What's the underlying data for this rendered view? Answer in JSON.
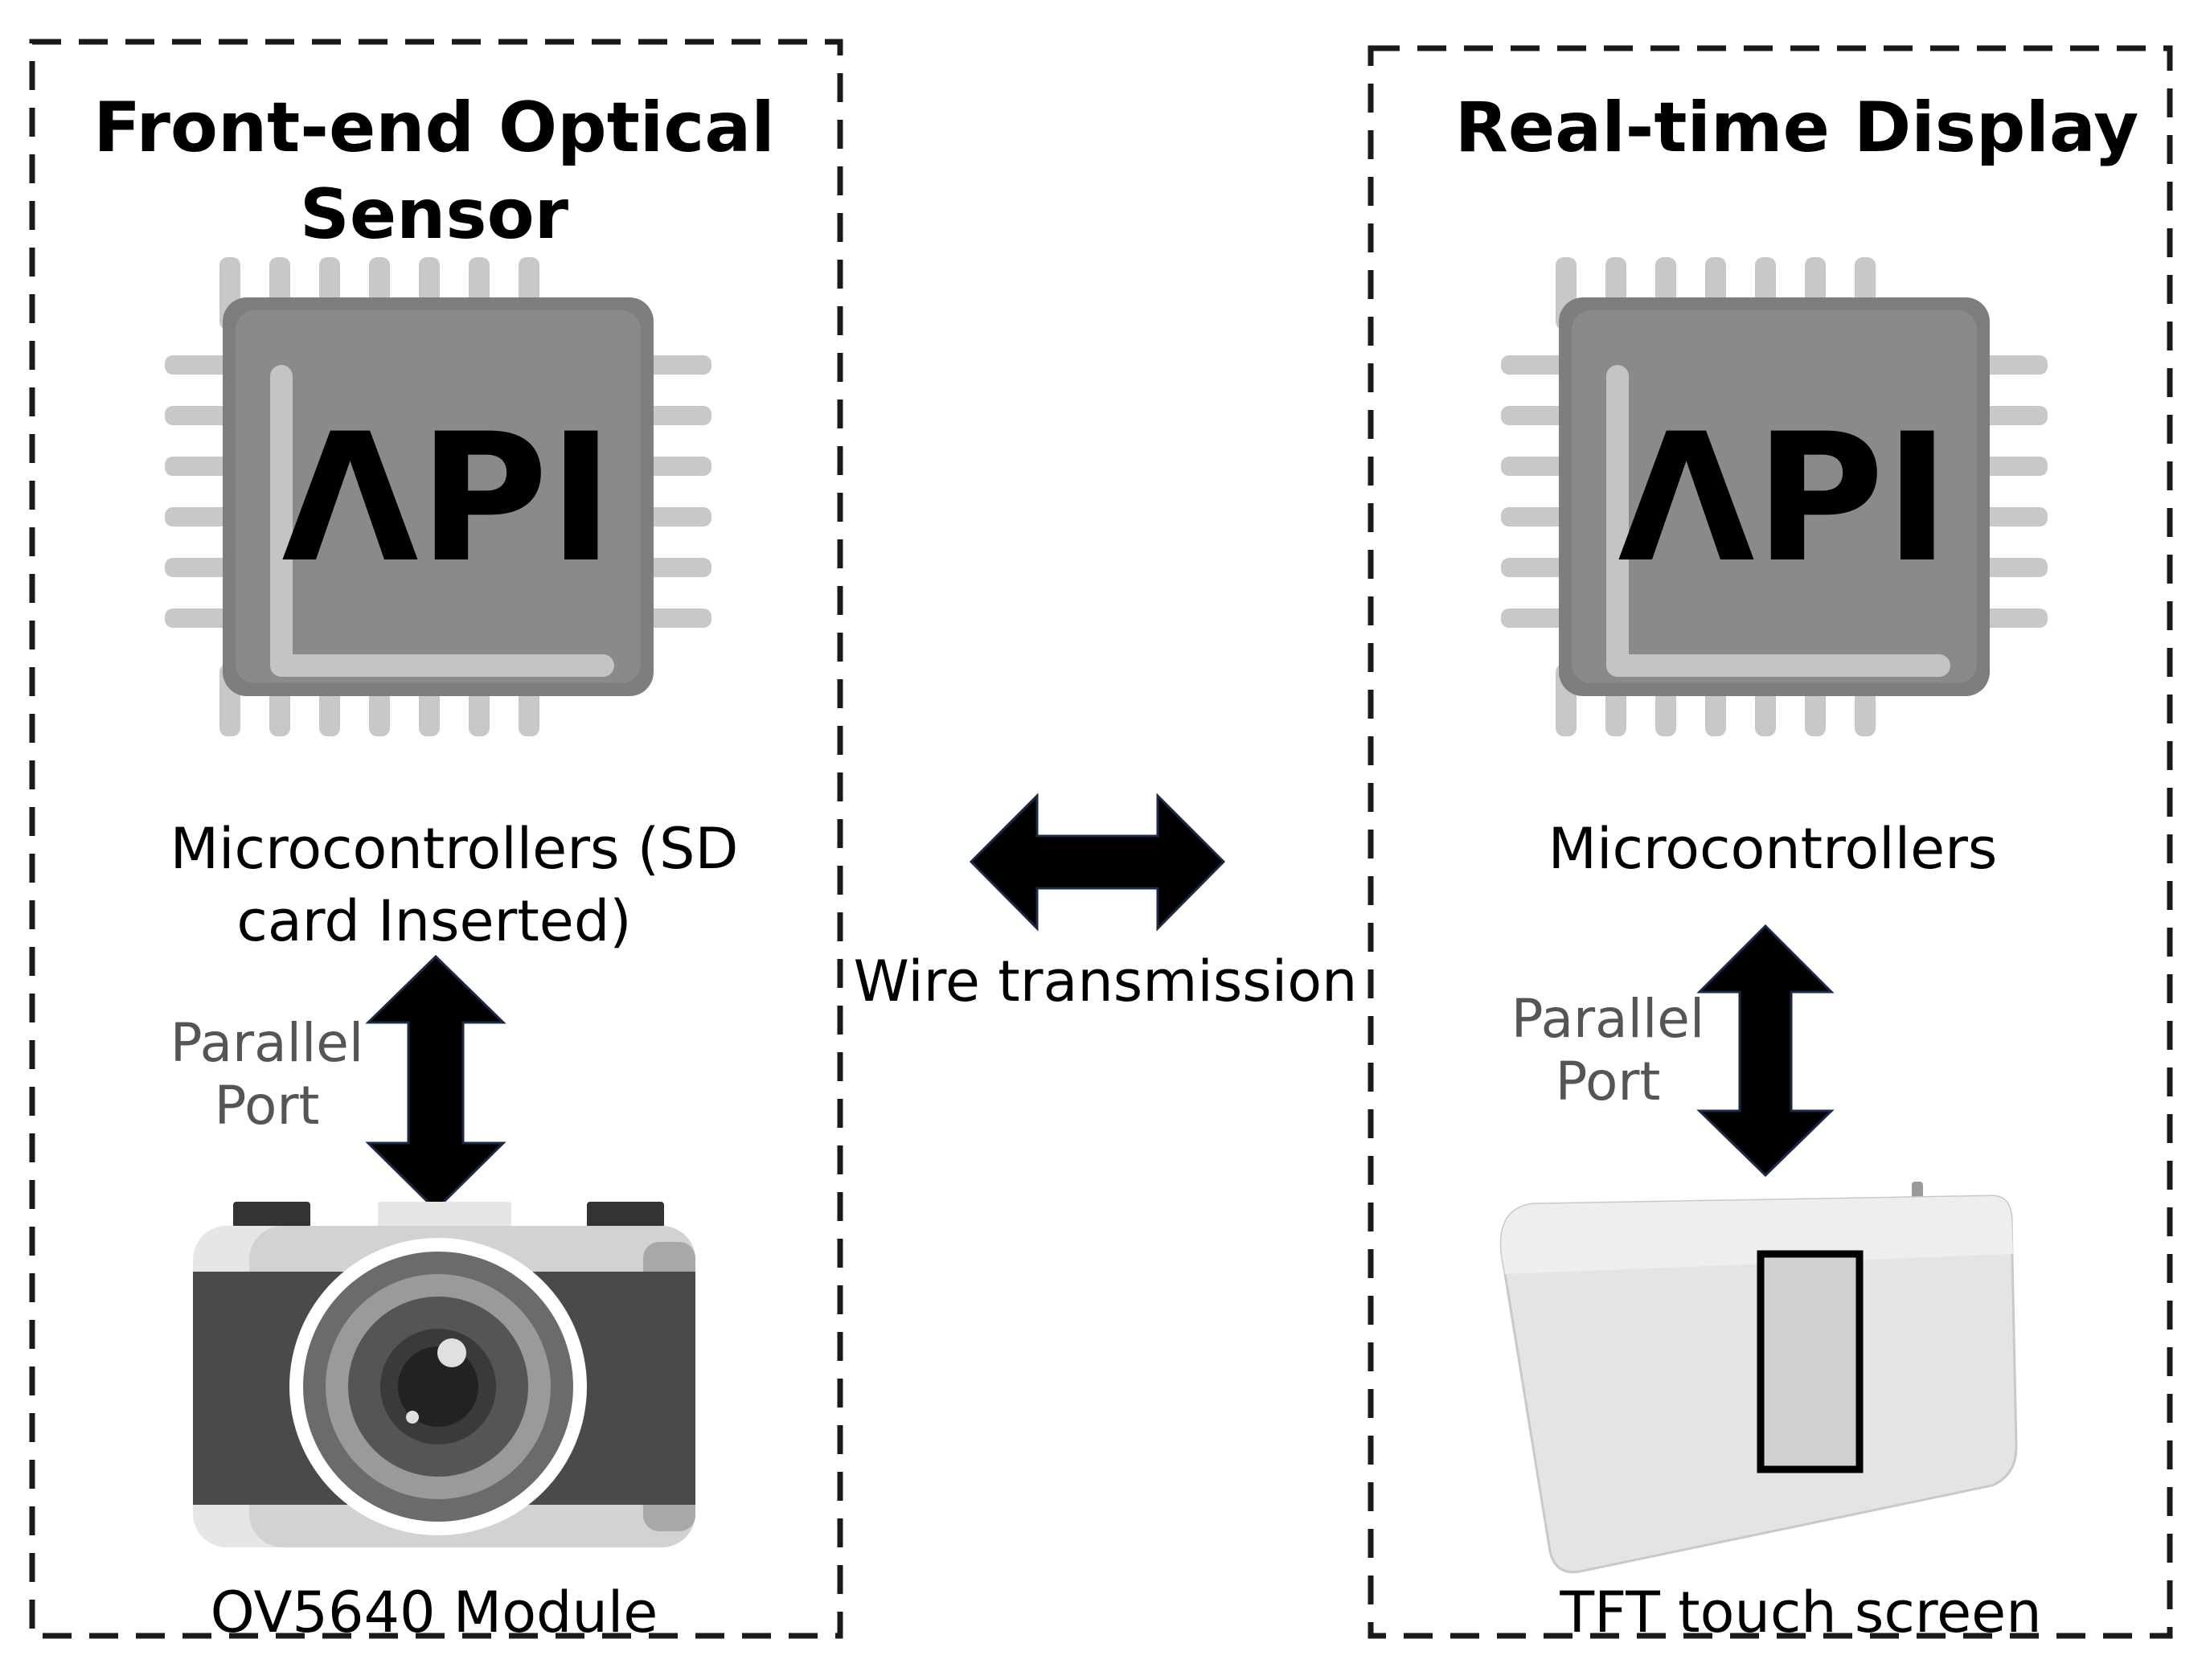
{
  "left_panel": {
    "title_line1": "Front-end Optical",
    "title_line2": "Sensor",
    "chip_text": "ΛPI",
    "mcu_label_line1": "Microcontrollers  (SD",
    "mcu_label_line2": "card Inserted)",
    "port_label_line1": "Parallel",
    "port_label_line2": "Port",
    "camera_label": "OV5640 Module"
  },
  "center": {
    "link_label": "Wire transmission"
  },
  "right_panel": {
    "title": "Real-time Display",
    "chip_text": "ΛPI",
    "mcu_label": "Microcontrollers",
    "port_label_line1": "Parallel",
    "port_label_line2": "Port",
    "screen_label": "TFT touch screen"
  },
  "colors": {
    "chip_body": "#7e7e7e",
    "chip_face": "#8a8a8a",
    "chip_pins": "#c8c8c8",
    "chip_accent": "#c4c4c4",
    "camera_body": "#4a4a4a",
    "camera_top": "#e6e6e6",
    "screen_body": "#e4e4e4",
    "arrow": "#000000",
    "label_gray": "#555555"
  }
}
